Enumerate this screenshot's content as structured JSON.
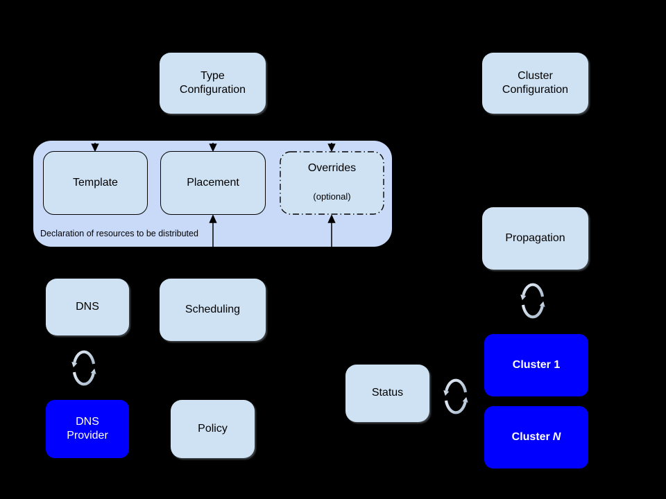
{
  "colors": {
    "background": "#000000",
    "node_fill": "#cfe2f3",
    "group_fill": "#c9daf8",
    "accent_blue": "#0000ff",
    "text": "#000000",
    "text_on_blue": "#ffffff",
    "sync_icon_light": "#dde8f3",
    "sync_icon_dark": "#a9bacd"
  },
  "icons": {
    "sync": "circular-sync-arrows"
  },
  "nodes": {
    "type_configuration": {
      "label": [
        "Type",
        "Configuration"
      ]
    },
    "cluster_configuration": {
      "label": [
        "Cluster",
        "Configuration"
      ]
    },
    "template": {
      "label": "Template"
    },
    "placement": {
      "label": "Placement"
    },
    "overrides": {
      "label": "Overrides",
      "sublabel": "(optional)"
    },
    "dns": {
      "label": "DNS"
    },
    "scheduling": {
      "label": "Scheduling"
    },
    "propagation": {
      "label": "Propagation"
    },
    "status": {
      "label": "Status"
    },
    "dns_provider": {
      "label": [
        "DNS",
        "Provider"
      ]
    },
    "policy": {
      "label": "Policy"
    },
    "cluster_1": {
      "label": "Cluster 1"
    },
    "cluster_n": {
      "prefix": "Cluster",
      "variable": "N"
    }
  },
  "group": {
    "caption": "Declaration of resources to be distributed"
  }
}
